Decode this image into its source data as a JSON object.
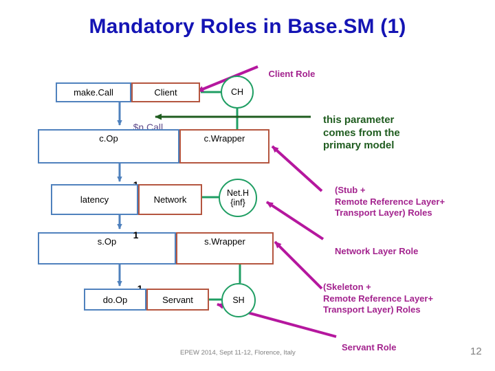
{
  "slide": {
    "title": "Mandatory Roles in Base.SM (1)",
    "footer": {
      "conference": "EPEW 2014, Sept 11-12, Florence, Italy",
      "page_number": "12"
    }
  },
  "colors": {
    "title": "#1414b4",
    "operation_box_border": "#4f81bd",
    "role_box_border": "#b4553f",
    "handler_circle_border": "#1f9e63",
    "green_annotation": "#1f5c1f",
    "magenta_annotation": "#a3238e",
    "parameter_label": "#5f4b8b",
    "footer": "#808080"
  },
  "diagram": {
    "rows": [
      {
        "operation": "make.Call",
        "role": "Client",
        "handler": "CH",
        "multiplicity": "",
        "parameter": ""
      },
      {
        "operation": "c.Op",
        "role": "c.Wrapper",
        "handler": "",
        "multiplicity": "1",
        "parameter": "$n.Call"
      },
      {
        "operation": "latency",
        "role": "Network",
        "handler": "Net.H",
        "handler_sub": "{inf}",
        "multiplicity": "1",
        "parameter": ""
      },
      {
        "operation": "s.Op",
        "role": "s.Wrapper",
        "handler": "",
        "multiplicity": "1",
        "parameter": ""
      },
      {
        "operation": "do.Op",
        "role": "Servant",
        "handler": "SH",
        "multiplicity": "",
        "parameter": ""
      }
    ],
    "multiplicity_labels": [
      "1",
      "1",
      "1"
    ],
    "parameter_label": "$n.Call"
  },
  "annotations": {
    "client_role": "Client Role",
    "primary_model_note": "this parameter\ncomes from the\nprimary model",
    "stub_roles": "(Stub +\nRemote Reference Layer+\nTransport Layer) Roles",
    "network_layer_role": "Network Layer Role",
    "skeleton_roles": "(Skeleton +\nRemote Reference Layer+\nTransport Layer) Roles",
    "servant_role": "Servant Role"
  }
}
